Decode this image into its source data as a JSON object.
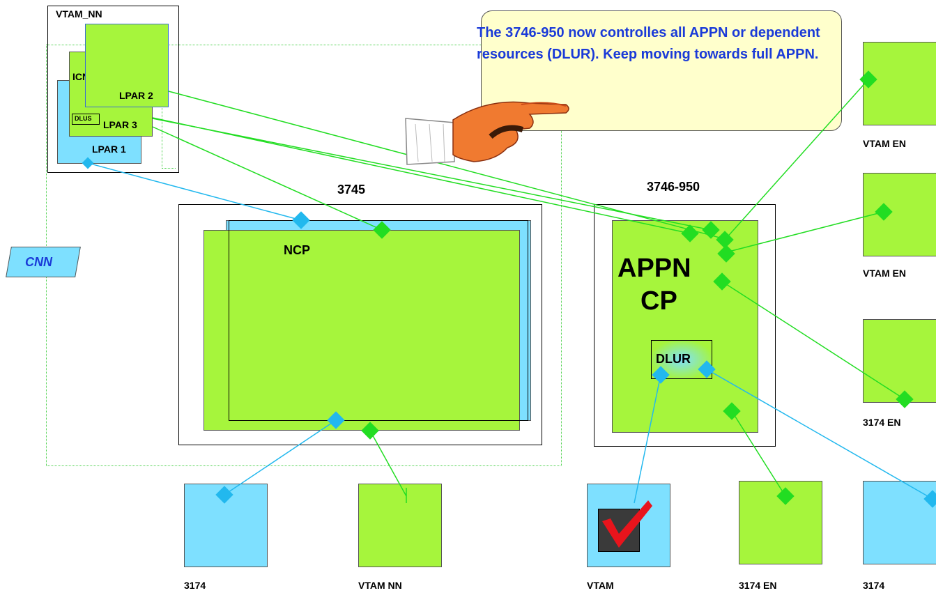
{
  "callout": {
    "text": "The 3746-950 now controlles all APPN or dependent resources (DLUR). Keep moving towards full APPN."
  },
  "host": {
    "title": "VTAM_NN",
    "icn": "ICN",
    "lpar2": "LPAR 2",
    "lpar3": "LPAR 3",
    "lpar1": "LPAR 1",
    "dlus": "DLUS"
  },
  "cnn": "CNN",
  "fep3745": {
    "title": "3745",
    "ncp": "NCP"
  },
  "fep3746": {
    "title": "3746-950",
    "appn": "APPN",
    "cp": "CP",
    "dlur": "DLUR"
  },
  "right_nodes": [
    "VTAM EN",
    "VTAM EN",
    "3174 EN"
  ],
  "bottom_nodes": [
    "3174",
    "VTAM NN",
    "VTAM",
    "3174 EN",
    "3174"
  ],
  "colors": {
    "appn_green": "#a6f53c",
    "subarea_blue": "#7ee0ff",
    "link_green": "#22dd22",
    "link_blue": "#22b8ee",
    "callout_bg": "#ffffcc",
    "callout_text": "#1a3ad8"
  },
  "icons": {
    "pointer": "pointing-hand-icon",
    "check": "red-checkmark-icon"
  }
}
